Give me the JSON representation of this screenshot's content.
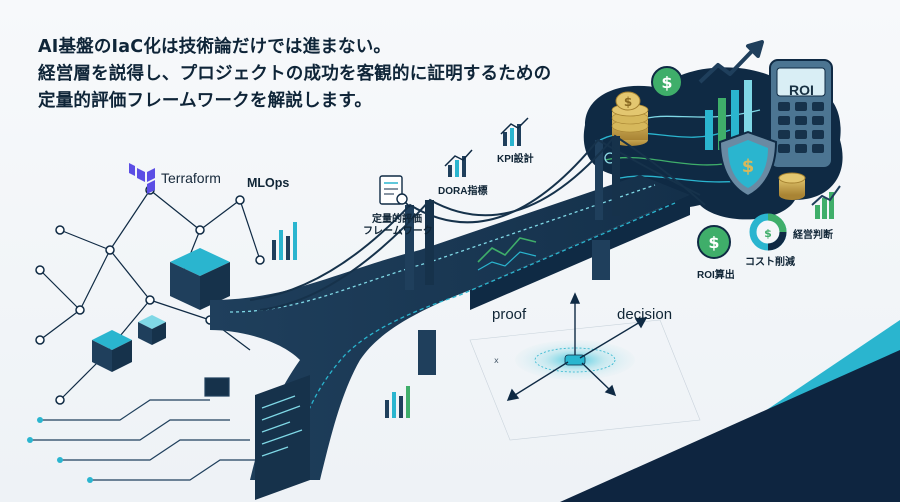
{
  "headline": {
    "line1": "AI基盤のIaC化は技術論だけでは進まない。",
    "line2": "経営層を説得し、プロジェクトの成功を客観的に証明するための",
    "line3": "定量的評価フレームワークを解説します。"
  },
  "labels": {
    "terraform": "Terraform",
    "mlops": "MLOps",
    "framework_line1": "定量的評価",
    "framework_line2": "フレームワーク",
    "dora": "DORA指標",
    "kpi": "KPI設計",
    "roi_calc": "ROI算出",
    "cost_cut": "コスト削減",
    "mgmt_decision": "経営判断",
    "proof": "proof",
    "decision": "decision",
    "calculator_screen": "ROI"
  },
  "icons": [
    "terraform-logo-icon",
    "framework-document-icon",
    "dora-chart-icon",
    "kpi-chart-icon",
    "dollar-coin-icon",
    "shield-dollar-icon",
    "calculator-icon",
    "donut-chart-icon",
    "growth-arrow-icon",
    "network-cube-icon",
    "circuit-chip-icon",
    "bridge-illustration"
  ],
  "colors": {
    "navy": "#0f2538",
    "teal": "#29b6cf",
    "green": "#3fae6a",
    "gold": "#c9a34a",
    "terraform": "#5c4ee5"
  }
}
